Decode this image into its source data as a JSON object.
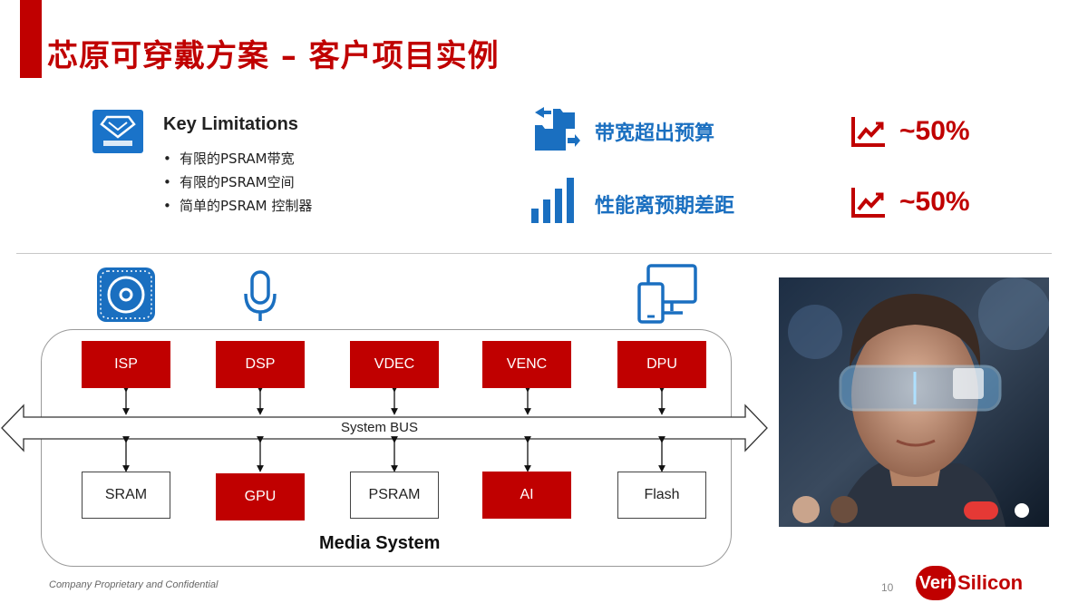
{
  "title": "芯原可穿戴方案 – 客户项目实例",
  "key_limitations": {
    "heading": "Key Limitations",
    "items": [
      "有限的PSRAM带宽",
      "有限的PSRAM空间",
      "简单的PSRAM 控制器"
    ],
    "bullet": "•"
  },
  "metrics": [
    {
      "label": "带宽超出预算",
      "value": "~50%",
      "icon": "folder-transfer-icon"
    },
    {
      "label": "性能离预期差距",
      "value": "~50%",
      "icon": "bar-chart-icon"
    }
  ],
  "diagram": {
    "top_blocks": [
      "ISP",
      "DSP",
      "VDEC",
      "VENC",
      "DPU"
    ],
    "bottom_blocks": [
      {
        "label": "SRAM",
        "style": "white"
      },
      {
        "label": "GPU",
        "style": "red"
      },
      {
        "label": "PSRAM",
        "style": "white"
      },
      {
        "label": "AI",
        "style": "red"
      },
      {
        "label": "Flash",
        "style": "white"
      }
    ],
    "bus_label": "System BUS",
    "system_label": "Media System",
    "icons": [
      "camera-lens-icon",
      "microphone-icon",
      "display-devices-icon"
    ]
  },
  "footer": {
    "confidential": "Company Proprietary and Confidential",
    "page_number": "10",
    "logo_badge": "Veri",
    "logo_text": "Silicon"
  },
  "colors": {
    "brand_red": "#c00000",
    "accent_blue": "#1a6fc0"
  }
}
